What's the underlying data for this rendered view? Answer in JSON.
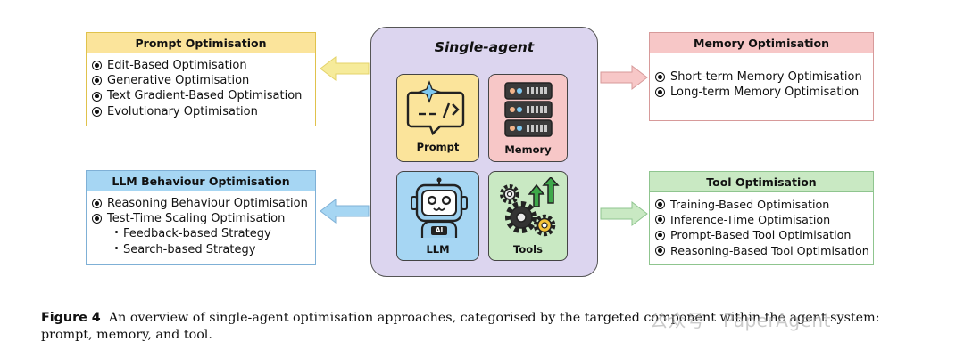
{
  "center": {
    "title": "Single-agent"
  },
  "tiles": {
    "prompt": "Prompt",
    "memory": "Memory",
    "llm": "LLM",
    "tools": "Tools",
    "ai_badge": "AI"
  },
  "panels": {
    "prompt": {
      "title": "Prompt Optimisation",
      "items": [
        "Edit-Based Optimisation",
        "Generative Optimisation",
        "Text Gradient-Based Optimisation",
        "Evolutionary Optimisation"
      ]
    },
    "llm": {
      "title": "LLM Behaviour Optimisation",
      "items": [
        "Reasoning Behaviour Optimisation",
        "Test-Time Scaling Optimisation"
      ],
      "subitems": [
        "Feedback-based Strategy",
        "Search-based Strategy"
      ]
    },
    "memory": {
      "title": "Memory Optimisation",
      "items": [
        "Short-term Memory Optimisation",
        "Long-term Memory Optimisation"
      ]
    },
    "tool": {
      "title": "Tool Optimisation",
      "items": [
        "Training-Based Optimisation",
        "Inference-Time Optimisation",
        "Prompt-Based Tool Optimisation",
        "Reasoning-Based Tool Optimisation"
      ]
    }
  },
  "caption": {
    "label": "Figure 4",
    "text": "An overview of single-agent optimisation approaches, categorised by the targeted component within the agent system: prompt, memory, and tool."
  },
  "watermark": "公众号 · PaperAgent",
  "colors": {
    "prompt": "#fbe49b",
    "memory": "#f7c7c7",
    "llm": "#a6d6f3",
    "tool": "#c9e9c3",
    "center": "#dcd5ef"
  }
}
